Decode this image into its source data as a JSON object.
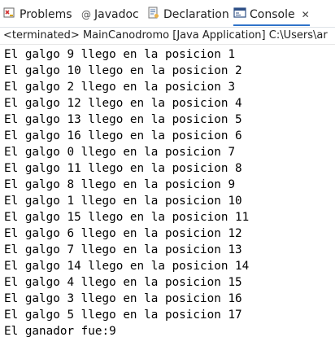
{
  "tabs": [
    {
      "label": "Problems",
      "icon": "problems-icon"
    },
    {
      "label": "Javadoc",
      "icon": "javadoc-at-icon"
    },
    {
      "label": "Declaration",
      "icon": "declaration-icon"
    },
    {
      "label": "Console",
      "icon": "console-icon",
      "active": true
    }
  ],
  "status": "<terminated> MainCanodromo [Java Application] C:\\Users\\ar",
  "console_lines": [
    "El galgo 9 llego en la posicion 1",
    "El galgo 10 llego en la posicion 2",
    "El galgo 2 llego en la posicion 3",
    "El galgo 12 llego en la posicion 4",
    "El galgo 13 llego en la posicion 5",
    "El galgo 16 llego en la posicion 6",
    "El galgo 0 llego en la posicion 7",
    "El galgo 11 llego en la posicion 8",
    "El galgo 8 llego en la posicion 9",
    "El galgo 1 llego en la posicion 10",
    "El galgo 15 llego en la posicion 11",
    "El galgo 6 llego en la posicion 12",
    "El galgo 7 llego en la posicion 13",
    "El galgo 14 llego en la posicion 14",
    "El galgo 4 llego en la posicion 15",
    "El galgo 3 llego en la posicion 16",
    "El galgo 5 llego en la posicion 17",
    "El ganador fue:9"
  ],
  "colors": {
    "accent": "#2f73c9"
  }
}
